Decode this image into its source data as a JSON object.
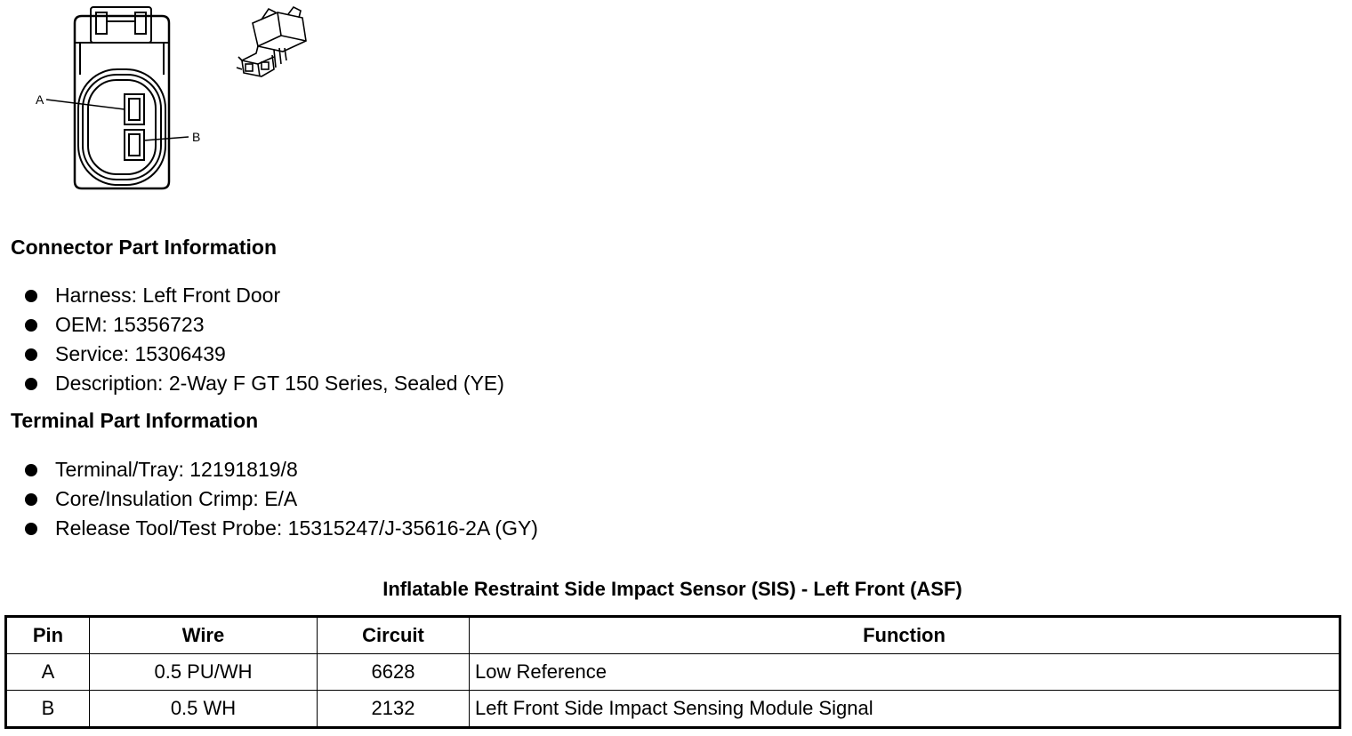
{
  "diagram": {
    "pin_a_label": "A",
    "pin_b_label": "B"
  },
  "connector_info": {
    "heading": "Connector Part Information",
    "items": [
      "Harness: Left Front Door",
      "OEM: 15356723",
      "Service: 15306439",
      "Description: 2-Way F GT 150 Series, Sealed (YE)"
    ]
  },
  "terminal_info": {
    "heading": "Terminal Part Information",
    "items": [
      "Terminal/Tray: 12191819/8",
      "Core/Insulation Crimp: E/A",
      "Release Tool/Test Probe: 15315247/J-35616-2A (GY)"
    ]
  },
  "pin_table": {
    "title": "Inflatable Restraint Side Impact Sensor (SIS) - Left Front (ASF)",
    "headers": [
      "Pin",
      "Wire",
      "Circuit",
      "Function"
    ],
    "rows": [
      [
        "A",
        "0.5 PU/WH",
        "6628",
        "Low Reference"
      ],
      [
        "B",
        "0.5 WH",
        "2132",
        "Left Front Side Impact Sensing Module Signal"
      ]
    ]
  }
}
